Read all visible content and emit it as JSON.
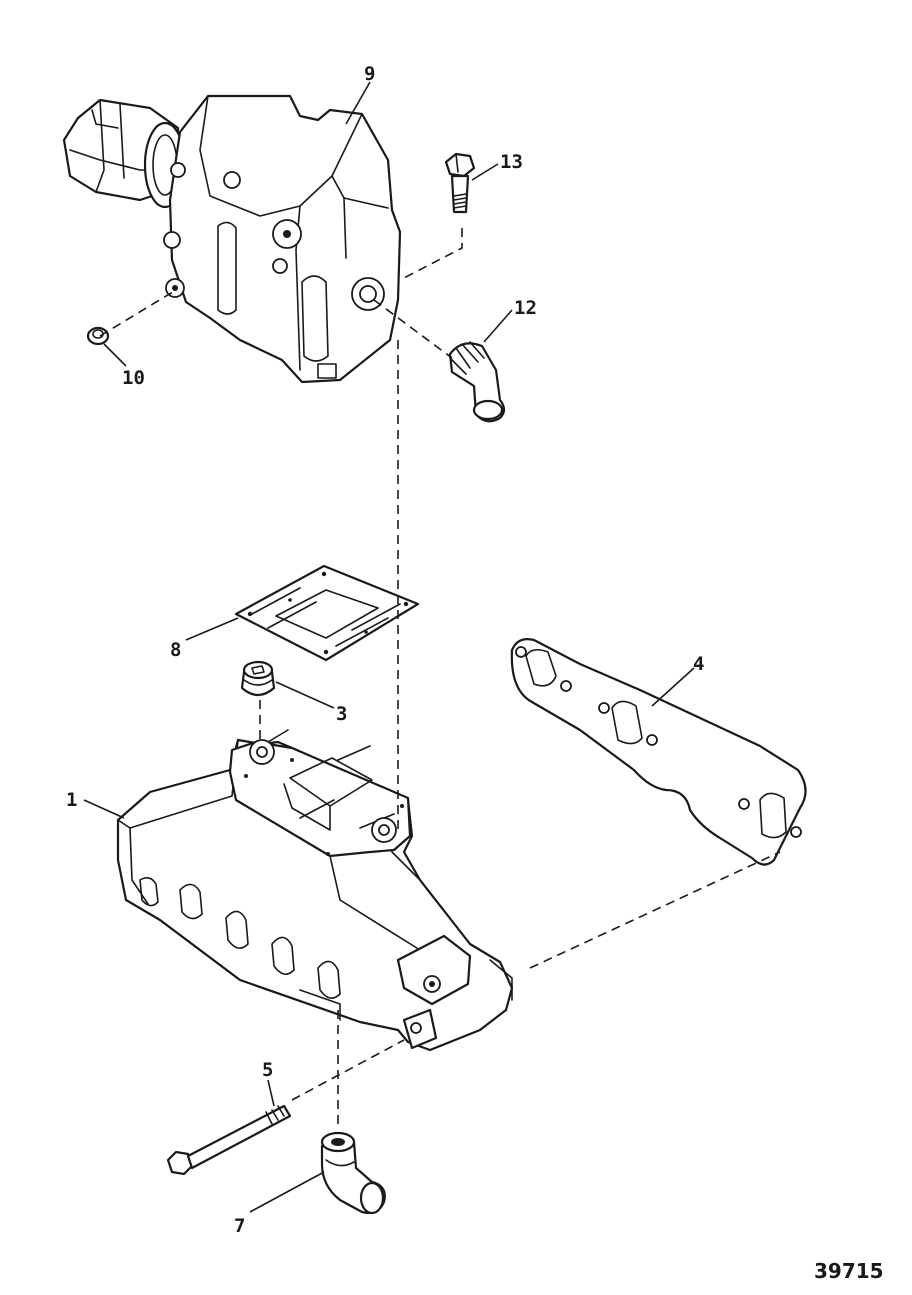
{
  "callouts": {
    "c1": "1",
    "c3": "3",
    "c4": "4",
    "c5": "5",
    "c7": "7",
    "c8": "8",
    "c9": "9",
    "c10": "10",
    "c12": "12",
    "c13": "13"
  },
  "figure_number": "39715"
}
